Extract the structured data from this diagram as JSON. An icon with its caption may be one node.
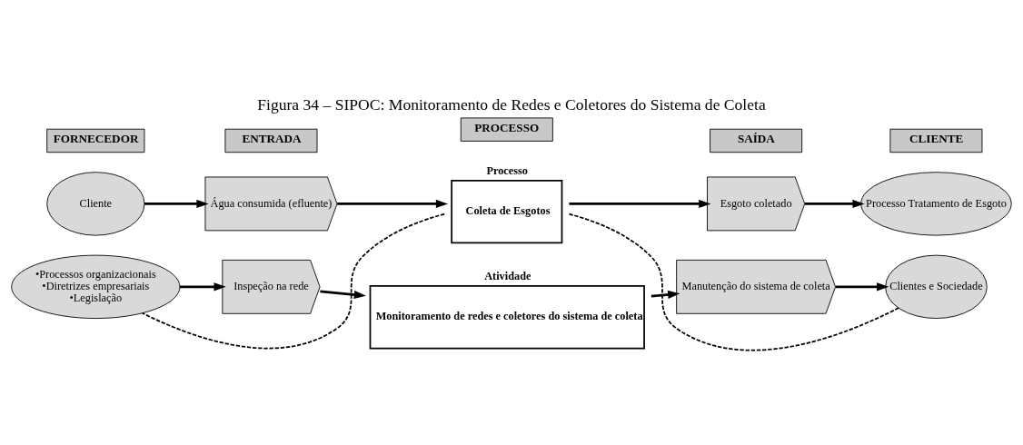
{
  "diagram": {
    "title": "Figura 34 – SIPOC: Monitoramento de Redes e Coletores do Sistema de Coleta",
    "nodes": [
      {
        "text": [
          "FORNECEDOR"
        ]
      },
      {
        "text": [
          "ENTRADA"
        ]
      },
      {
        "text": [
          "PROCESSO"
        ]
      },
      {
        "text": [
          "SAÍDA"
        ]
      },
      {
        "text": [
          "CLIENTE"
        ]
      },
      {
        "text": [
          "Cliente"
        ]
      },
      {
        "text": [
          "Água consumida (efluente)"
        ]
      },
      {
        "text": [
          "Processo",
          "Coleta de Esgotos"
        ]
      },
      {
        "text": [
          "Esgoto coletado"
        ]
      },
      {
        "text": [
          "Processo Tratamento de Esgoto"
        ]
      },
      {
        "text": [
          "•Processos organizacionais",
          "•Diretrizes empresariais",
          "•Legislação"
        ]
      },
      {
        "text": [
          "Inspeção na rede"
        ]
      },
      {
        "text": [
          "Atividade",
          "Monitoramento de redes e coletores do sistema de coleta"
        ]
      },
      {
        "text": [
          "Manutenção do sistema de coleta"
        ]
      },
      {
        "text": [
          "Clientes e Sociedade"
        ]
      }
    ],
    "edges": [
      {
        "from": 5,
        "to": 6,
        "arrow": "to"
      },
      {
        "from": 6,
        "to": 7,
        "arrow": "to"
      },
      {
        "from": 7,
        "to": 8,
        "arrow": "to"
      },
      {
        "from": 8,
        "to": 9,
        "arrow": "to"
      },
      {
        "from": 7,
        "to": 10,
        "arrow": "none",
        "style": "dashed"
      },
      {
        "from": 7,
        "to": 14,
        "arrow": "none",
        "style": "dashed"
      },
      {
        "from": 10,
        "to": 11,
        "arrow": "to"
      },
      {
        "from": 11,
        "to": 12,
        "arrow": "to"
      },
      {
        "from": 12,
        "to": 13,
        "arrow": "to"
      },
      {
        "from": 13,
        "to": 14,
        "arrow": "to"
      }
    ]
  }
}
